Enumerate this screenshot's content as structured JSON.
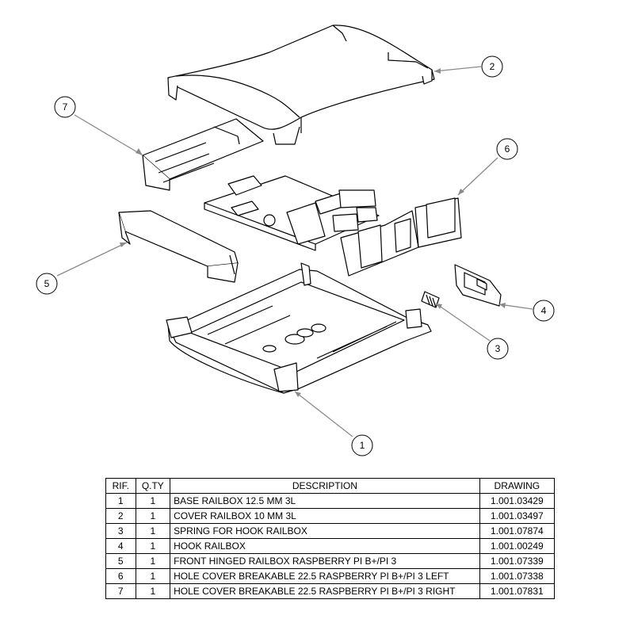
{
  "callouts": [
    "1",
    "2",
    "3",
    "4",
    "5",
    "6",
    "7"
  ],
  "bom": {
    "headers": [
      "RIF.",
      "Q.TY",
      "DESCRIPTION",
      "DRAWING"
    ],
    "rows": [
      [
        "1",
        "1",
        "BASE RAILBOX 12.5 MM 3L",
        "1.001.03429"
      ],
      [
        "2",
        "1",
        "COVER RAILBOX 10 MM 3L",
        "1.001.03497"
      ],
      [
        "3",
        "1",
        "SPRING FOR HOOK RAILBOX",
        "1.001.07874"
      ],
      [
        "4",
        "1",
        "HOOK RAILBOX",
        "1.001.00249"
      ],
      [
        "5",
        "1",
        "FRONT HINGED RAILBOX RASPBERRY PI B+/PI 3",
        "1.001.07339"
      ],
      [
        "6",
        "1",
        "HOLE COVER BREAKABLE 22.5 RASPBERRY PI B+/PI 3 LEFT",
        "1.001.07338"
      ],
      [
        "7",
        "1",
        "HOLE COVER BREAKABLE 22.5 RASPBERRY PI B+/PI 3 RIGHT",
        "1.001.07831"
      ]
    ]
  }
}
